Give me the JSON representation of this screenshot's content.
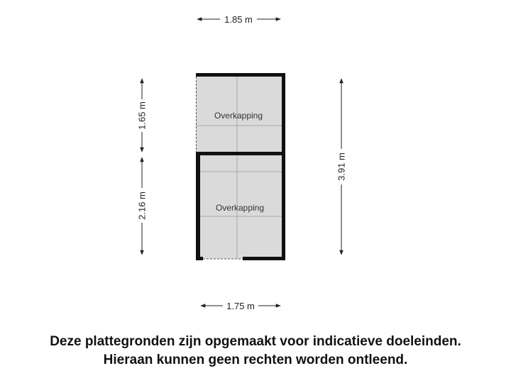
{
  "rooms": [
    {
      "label": "Overkapping"
    },
    {
      "label": "Overkapping"
    }
  ],
  "dimensions": {
    "top_width": "1.85 m",
    "bottom_width": "1.75 m",
    "upper_height": "1.65 m",
    "lower_height": "2.16 m",
    "total_height": "3.91 m"
  },
  "disclaimer": {
    "line1": "Deze plattegronden zijn opgemaakt voor indicatieve doeleinden.",
    "line2": "Hieraan kunnen geen rechten worden ontleend."
  },
  "colors": {
    "wall": "#111111",
    "floor": "#dadada",
    "tile_line": "#9a9a9a",
    "dimension_line": "#222222"
  }
}
